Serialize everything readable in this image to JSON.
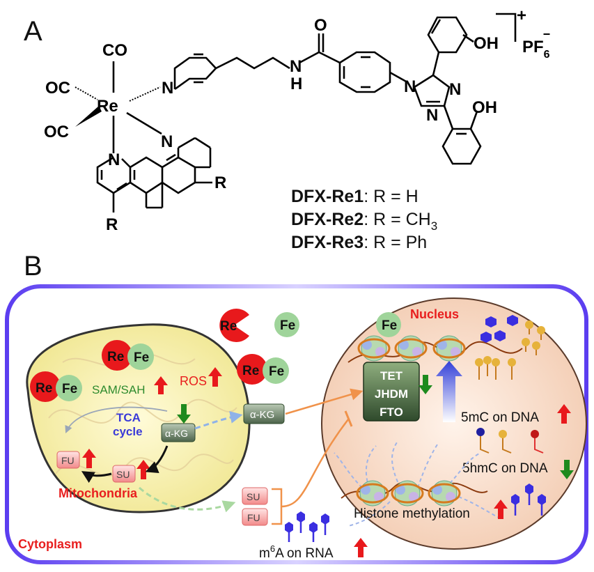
{
  "panel_a": {
    "label": "A",
    "atoms": {
      "re": "Re",
      "co_top": "CO",
      "oc_left_1": "OC",
      "oc_left_2": "OC",
      "n_pyridine": "N",
      "n_phen_left": "N",
      "n_phen_right": "N",
      "r_right": "R",
      "r_bottom": "R",
      "o_amide": "O",
      "n_amide": "N",
      "h_amide": "H",
      "n_triazole_1": "N",
      "n_triazole_2": "N",
      "n_triazole_3": "N",
      "oh_top": "OH",
      "oh_bottom": "OH",
      "charge": "+",
      "counterion": "PF",
      "counterion_sub": "6",
      "counterion_sup": "−"
    },
    "compounds": [
      {
        "name": "DFX-Re1",
        "sep": ": R = ",
        "r": "H",
        "sub": ""
      },
      {
        "name": "DFX-Re2",
        "sep": ": R = ",
        "r": "CH",
        "sub": "3"
      },
      {
        "name": "DFX-Re3",
        "sep": ": R = ",
        "r": "Ph",
        "sub": ""
      }
    ]
  },
  "panel_b": {
    "label": "B",
    "cytoplasm": "Cytoplasm",
    "nucleus": "Nucleus",
    "mitochondria": "Mitochondria",
    "re": "Re",
    "fe": "Fe",
    "sam_sah": "SAM/SAH",
    "ros": "ROS",
    "tca_1": "TCA",
    "tca_2": "cycle",
    "akg": "α-KG",
    "fu": "FU",
    "su": "SU",
    "enzymes": [
      "TET",
      "JHDM",
      "FTO"
    ],
    "mc_5": "5mC on DNA",
    "hmc_5": "5hmC on DNA",
    "histone": "Histone methylation",
    "m6a_pre": "m",
    "m6a_sup": "6",
    "m6a_post": "A on RNA"
  },
  "colors": {
    "re_red": "#e8191c",
    "fe_green": "#9fd49a",
    "cell_border": "#5b3df0",
    "nucleus_fill": "#f7dcc8",
    "mito_fill": "#f8f2a8",
    "up_red": "#e8191c",
    "down_green": "#1e8a1e",
    "label_red": "#e81e1e",
    "tca_blue": "#3a3ad8",
    "sam_green": "#2e8b2e"
  }
}
